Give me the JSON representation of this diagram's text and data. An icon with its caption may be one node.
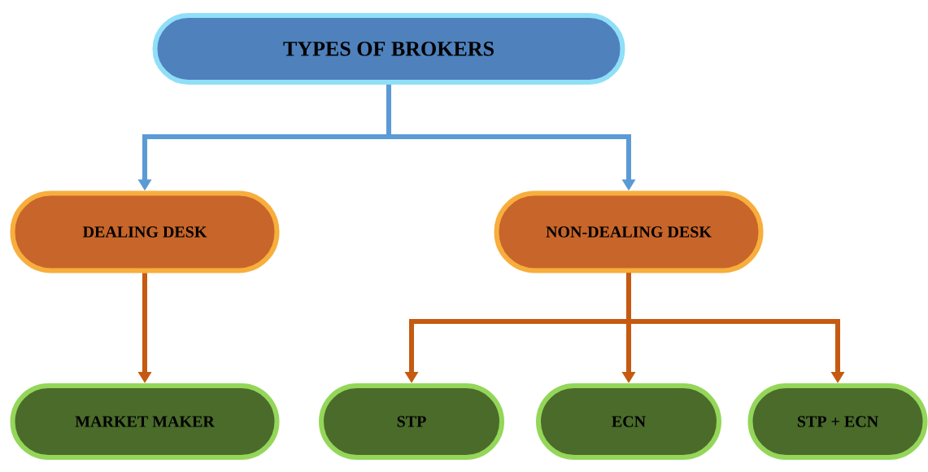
{
  "diagram": {
    "nodes": [
      {
        "text": [
          "TYPES OF BROKERS"
        ]
      },
      {
        "text": [
          "DEALING DESK"
        ]
      },
      {
        "text": [
          "NON-DEALING DESK"
        ]
      },
      {
        "text": [
          "MARKET MAKER"
        ]
      },
      {
        "text": [
          "STP"
        ]
      },
      {
        "text": [
          "ECN"
        ]
      },
      {
        "text": [
          "STP + ECN"
        ]
      }
    ],
    "edges": [
      {
        "from": 0,
        "to": 1,
        "arrow": "to",
        "color": "#5b9bd5"
      },
      {
        "from": 0,
        "to": 2,
        "arrow": "to",
        "color": "#5b9bd5"
      },
      {
        "from": 1,
        "to": 3,
        "arrow": "to",
        "color": "#c55a11"
      },
      {
        "from": 2,
        "to": 4,
        "arrow": "to",
        "color": "#c55a11"
      },
      {
        "from": 2,
        "to": 5,
        "arrow": "to",
        "color": "#c55a11"
      },
      {
        "from": 2,
        "to": 6,
        "arrow": "to",
        "color": "#c55a11"
      }
    ]
  }
}
